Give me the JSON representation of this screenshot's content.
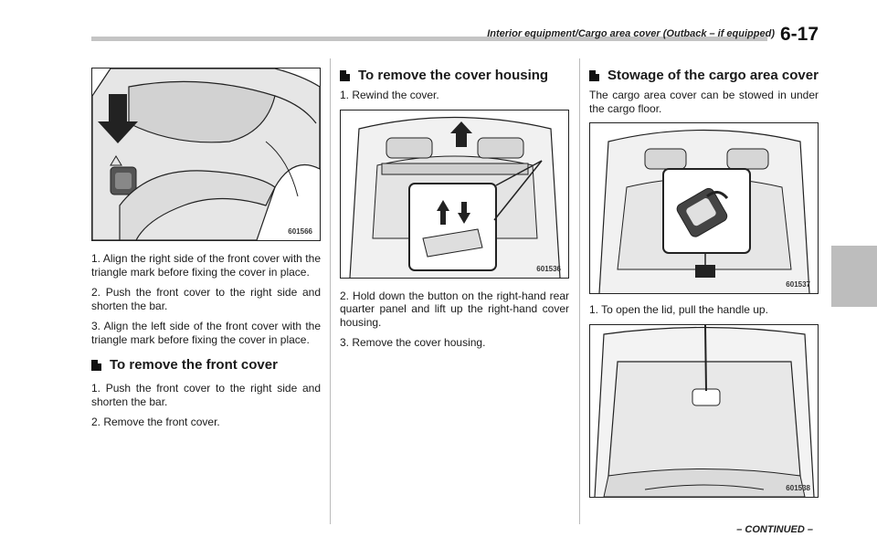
{
  "header": {
    "title": "Interior equipment/Cargo area cover (Outback – if equipped)",
    "page_number": "6-17"
  },
  "col1": {
    "figure_code": "601566",
    "steps_a": [
      "1. Align the right side of the front cover with the triangle mark before fixing the cover in place.",
      "2. Push the front cover to the right side and shorten the bar.",
      "3. Align the left side of the front cover with the triangle mark before fixing the cover in place."
    ],
    "section_heading": "To remove the front cover",
    "steps_b": [
      "1. Push the front cover to the right side and shorten the bar.",
      "2. Remove the front cover."
    ]
  },
  "col2": {
    "section_heading": "To remove the cover housing",
    "step1": "1. Rewind the cover.",
    "figure_code": "601536",
    "steps": [
      "2. Hold down the button on the right-hand rear quarter panel and lift up the right-hand cover housing.",
      "3. Remove the cover housing."
    ]
  },
  "col3": {
    "section_heading": "Stowage of the cargo area cover",
    "intro": "The cargo area cover can be stowed in under the cargo floor.",
    "figure1_code": "601537",
    "step1": "1. To open the lid, pull the handle up.",
    "figure2_code": "601538"
  },
  "footer": {
    "continued": "– CONTINUED –"
  }
}
